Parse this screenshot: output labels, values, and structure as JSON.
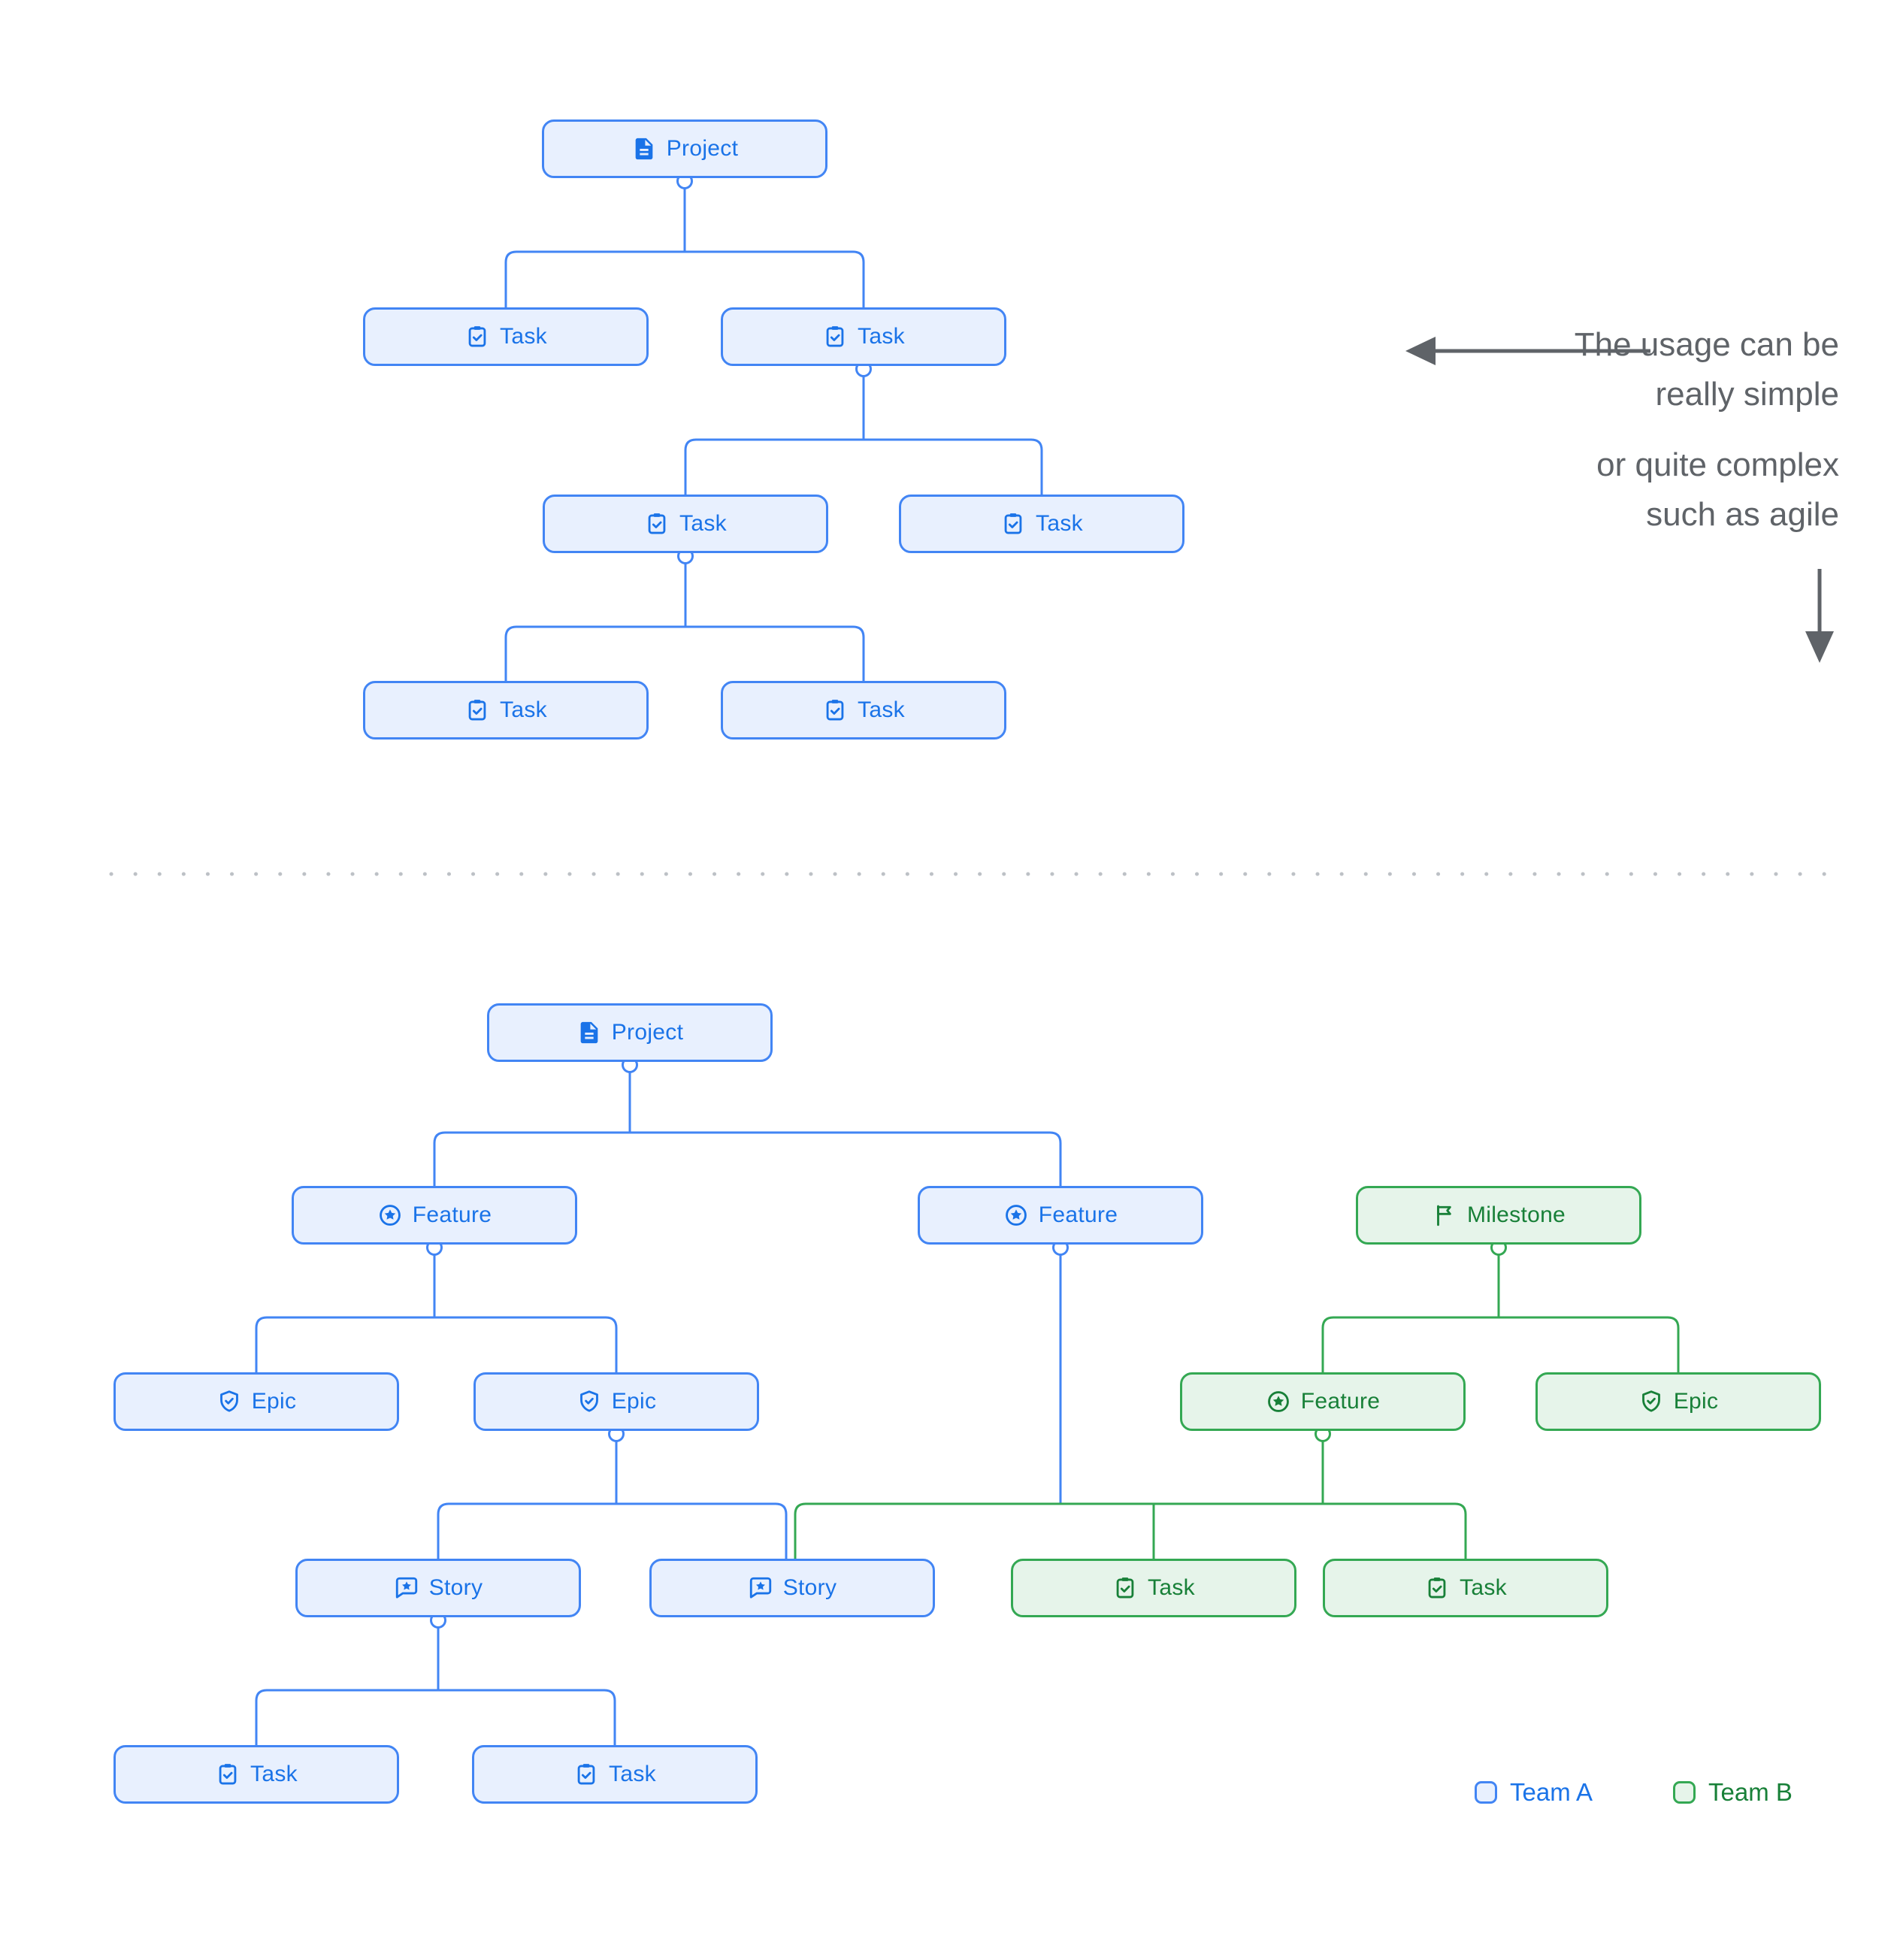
{
  "page": {
    "background": "#ffffff"
  },
  "colors": {
    "team_a": {
      "fill": "#e8f0fe",
      "border": "#4285f4",
      "text": "#1a73e8"
    },
    "team_b": {
      "fill": "#e6f4ea",
      "border": "#34a853",
      "text": "#188038"
    },
    "annotation_text": "#5f6368",
    "divider_dots": "#bdc1c6"
  },
  "annotation": {
    "line1": "The usage can be",
    "line2": "really simple",
    "line3": "or quite complex",
    "line4": "such as agile"
  },
  "legend": {
    "team_a": {
      "label": "Team A"
    },
    "team_b": {
      "label": "Team B"
    }
  },
  "simple_tree": {
    "name": "simple-usage-tree",
    "nodes": [
      {
        "id": "project",
        "label": "Project",
        "icon": "document-icon",
        "team": "a"
      },
      {
        "id": "task-1",
        "label": "Task",
        "icon": "task-icon",
        "team": "a"
      },
      {
        "id": "task-2",
        "label": "Task",
        "icon": "task-icon",
        "team": "a"
      },
      {
        "id": "task-3",
        "label": "Task",
        "icon": "task-icon",
        "team": "a"
      },
      {
        "id": "task-4",
        "label": "Task",
        "icon": "task-icon",
        "team": "a"
      },
      {
        "id": "task-5",
        "label": "Task",
        "icon": "task-icon",
        "team": "a"
      },
      {
        "id": "task-6",
        "label": "Task",
        "icon": "task-icon",
        "team": "a"
      }
    ]
  },
  "agile_tree": {
    "name": "agile-usage-tree",
    "nodes": [
      {
        "id": "project",
        "label": "Project",
        "icon": "document-icon",
        "team": "a"
      },
      {
        "id": "feature-1",
        "label": "Feature",
        "icon": "feature-icon",
        "team": "a"
      },
      {
        "id": "feature-2",
        "label": "Feature",
        "icon": "feature-icon",
        "team": "a"
      },
      {
        "id": "milestone",
        "label": "Milestone",
        "icon": "flag-icon",
        "team": "b"
      },
      {
        "id": "epic-1",
        "label": "Epic",
        "icon": "epic-icon",
        "team": "a"
      },
      {
        "id": "epic-2",
        "label": "Epic",
        "icon": "epic-icon",
        "team": "a"
      },
      {
        "id": "feature-3",
        "label": "Feature",
        "icon": "feature-icon",
        "team": "b"
      },
      {
        "id": "epic-3",
        "label": "Epic",
        "icon": "epic-icon",
        "team": "b"
      },
      {
        "id": "story-1",
        "label": "Story",
        "icon": "story-icon",
        "team": "a"
      },
      {
        "id": "story-2",
        "label": "Story",
        "icon": "story-icon",
        "team": "a"
      },
      {
        "id": "task-g1",
        "label": "Task",
        "icon": "task-icon",
        "team": "b"
      },
      {
        "id": "task-g2",
        "label": "Task",
        "icon": "task-icon",
        "team": "b"
      },
      {
        "id": "task-1",
        "label": "Task",
        "icon": "task-icon",
        "team": "a"
      },
      {
        "id": "task-2",
        "label": "Task",
        "icon": "task-icon",
        "team": "a"
      }
    ]
  }
}
